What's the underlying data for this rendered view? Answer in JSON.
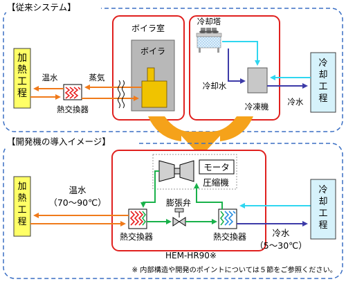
{
  "sections": {
    "conventional_title": "【従来システム】",
    "new_title": "【開発機の導入イメージ】"
  },
  "conventional": {
    "heating_process": "加熱工程",
    "boiler_room": "ボイラ室",
    "boiler": "ボイラ",
    "steam": "蒸気",
    "hot_water": "温水",
    "heat_exchanger": "熱交換器",
    "cooling_tower": "冷却塔",
    "cooling_water": "冷却水",
    "chiller": "冷凍機",
    "cold_water": "冷水",
    "cooling_process": "冷却工程"
  },
  "new_system": {
    "heating_process": "加熱工程",
    "hot_water": "温水",
    "hot_water_range": "（70～90℃）",
    "motor": "モータ",
    "compressor": "圧縮機",
    "expansion_valve": "膨張弁",
    "heat_exchanger_left": "熱交換器",
    "heat_exchanger_right": "熱交換器",
    "product_name": "HEM-HR90※",
    "cold_water": "冷水",
    "cold_water_range": "（5～30℃）",
    "cooling_process": "冷却工程"
  },
  "footnote": "※ 内部構造や開発のポイントについては５節をご参照ください。",
  "colors": {
    "dashed_border": "#3a6fc4",
    "red_frame": "#e0201e",
    "yellow_box": "#ffff66",
    "blue_box": "#d6f2fb",
    "boiler_fill": "#f0c300",
    "orange_arrow": "#f5a21a",
    "hot_line": "#f07a1a",
    "cooling_line": "#2fd6f0",
    "cold_line": "#3c3aa8",
    "green_line": "#19b14a",
    "hx_red": "#e82020",
    "hx_blue": "#2a8fe0",
    "gray_fill": "#b8b8b8"
  }
}
